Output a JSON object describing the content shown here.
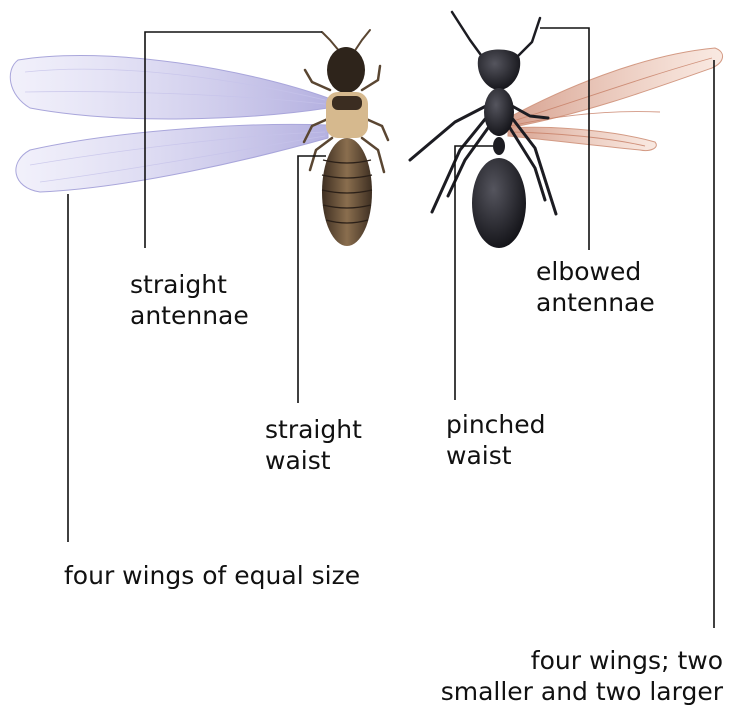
{
  "labels": {
    "straight_antennae": [
      "straight",
      "antennae"
    ],
    "straight_waist": [
      "straight",
      "waist"
    ],
    "four_wings_equal": "four wings of equal size",
    "elbowed_antennae": [
      "elbowed",
      "antennae"
    ],
    "pinched_waist": [
      "pinched",
      "waist"
    ],
    "four_wings_unequal": [
      "four wings; two",
      "smaller and two larger"
    ]
  },
  "colors": {
    "termite_wing": "#b7b4e3",
    "termite_body": "#5a4632",
    "termite_thorax": "#d6b98e",
    "ant_body": "#1c1c22",
    "ant_wing": "#d79a84",
    "leader_line": "#111111"
  }
}
